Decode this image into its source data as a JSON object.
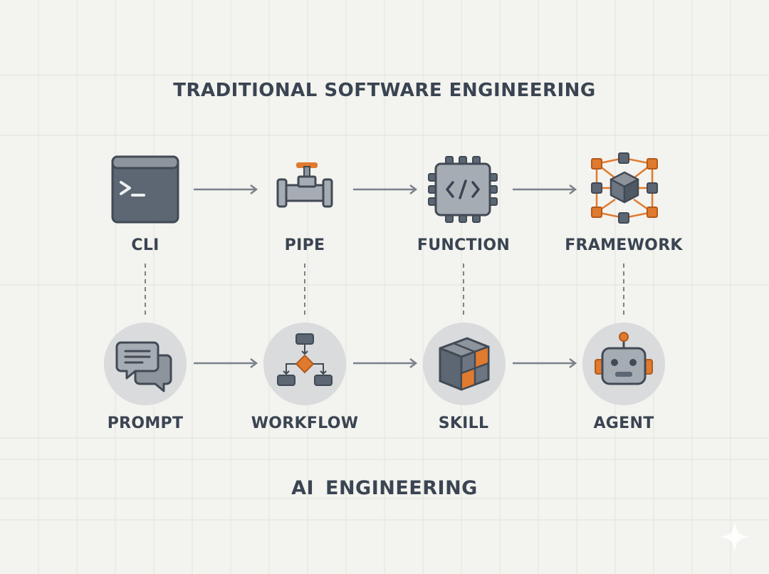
{
  "titles": {
    "traditional": "TRADITIONAL SOFTWARE ENGINEERING",
    "ai": "AI  ENGINEERING"
  },
  "traditional_nodes": [
    {
      "label": "CLI",
      "icon": "terminal-icon"
    },
    {
      "label": "PIPE",
      "icon": "pipe-valve-icon"
    },
    {
      "label": "FUNCTION",
      "icon": "code-chip-icon"
    },
    {
      "label": "FRAMEWORK",
      "icon": "network-cube-icon"
    }
  ],
  "ai_nodes": [
    {
      "label": "PROMPT",
      "icon": "chat-bubbles-icon"
    },
    {
      "label": "WORKFLOW",
      "icon": "flowchart-icon"
    },
    {
      "label": "SKILL",
      "icon": "skill-cube-icon"
    },
    {
      "label": "AGENT",
      "icon": "robot-icon"
    }
  ],
  "colors": {
    "background": "#f3f3ef",
    "text": "#3a4452",
    "icon_dark": "#5c6773",
    "icon_light": "#a6acb3",
    "accent": "#e07a2e",
    "circle": "#d9dbdc",
    "arrow": "#7b828a"
  }
}
